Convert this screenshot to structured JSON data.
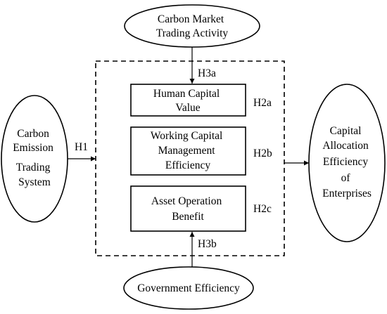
{
  "nodes": {
    "carbon_market": {
      "lines": [
        "Carbon Market",
        "Trading Activity"
      ]
    },
    "carbon_emission": {
      "lines": [
        "Carbon",
        "Emission",
        "Trading",
        "System"
      ]
    },
    "capital_allocation": {
      "lines": [
        "Capital",
        "Allocation",
        "Efficiency",
        "of",
        "Enterprises"
      ]
    },
    "government": {
      "lines": [
        "Government Efficiency"
      ]
    },
    "human_capital": {
      "lines": [
        "Human Capital",
        "Value"
      ]
    },
    "working_capital": {
      "lines": [
        "Working Capital",
        "Management",
        "Efficiency"
      ]
    },
    "asset_operation": {
      "lines": [
        "Asset Operation",
        "Benefit"
      ]
    }
  },
  "hypotheses": {
    "h1": "H1",
    "h2a": "H2a",
    "h2b": "H2b",
    "h2c": "H2c",
    "h3a": "H3a",
    "h3b": "H3b"
  }
}
